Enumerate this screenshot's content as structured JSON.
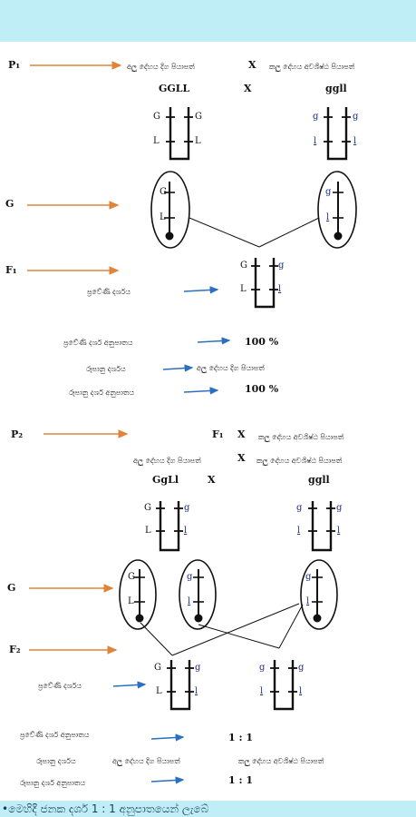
{
  "colors": {
    "header_band": "#bfeef6",
    "arrow": "#e0843a",
    "blue_arrow": "#2a6fc0",
    "ink": "#111111",
    "recessive_allele": "#1b2f8a"
  },
  "cross1": {
    "p_label": "P₁",
    "parent_left_trait": "අලු දේහය දිග පියාපත්",
    "cross_sign": "X",
    "parent_right_trait": "කලු දේහය අවශිෂ්ඨ පියාපත්",
    "genotype_left": "GGLL",
    "genotype_right": "ggll",
    "g_label": "G",
    "f_label": "F₁",
    "genotype_phrase": "ප්‍රවේණි දර්ශය",
    "genotype_ratio_phrase": "ප්‍රවේණි දර්ශ අනුපාතය",
    "genotype_ratio_value": "100 %",
    "phenotype_phrase": "රූපානු දර්ශය",
    "phenotype_value": "අලු දේහය දිග පියාපත්",
    "phenotype_ratio_phrase": "රූපානු දර්ශ අනුපාතය",
    "phenotype_ratio_value": "100 %"
  },
  "cross2": {
    "p_label": "P₂",
    "f1_ref": "F₁",
    "cross_sign": "X",
    "parent_right_trait": "කලු දේහය අවශිෂ්ඨ පියාපත්",
    "parent_left_trait": "අලු දේහය දිග පියාපත්",
    "cross_sign_2": "X",
    "parent_right_trait_2": "කලු දේහය අවශිෂ්ඨ පියාපත්",
    "genotype_left": "GgLl",
    "genotype_right": "ggll",
    "g_label": "G",
    "f_label": "F₂",
    "genotype_phrase": "ප්‍රවේණි දර්ශය",
    "genotype_ratio_phrase": "ප්‍රවේණි දර්ශ අනුපාතය",
    "genotype_ratio_value": "1   :   1",
    "phenotype_phrase": "රූපානු දර්ශය",
    "phenotype_left": "අලු දේහය දිග පියාපත්",
    "phenotype_right": "කලු දේහය අවශිෂ්ඨ පියාපත්",
    "phenotype_ratio_phrase": "රූපානු දර්ශ අනුපාතය",
    "phenotype_ratio_value": "1   :   1"
  },
  "allele_letters": {
    "G": "G",
    "g": "g",
    "L": "L",
    "l": "l"
  },
  "footer_text": "•මෙහිදී ජනක දර්ශ 1 : 1 අනුපාතයෙන් ලැබේ"
}
